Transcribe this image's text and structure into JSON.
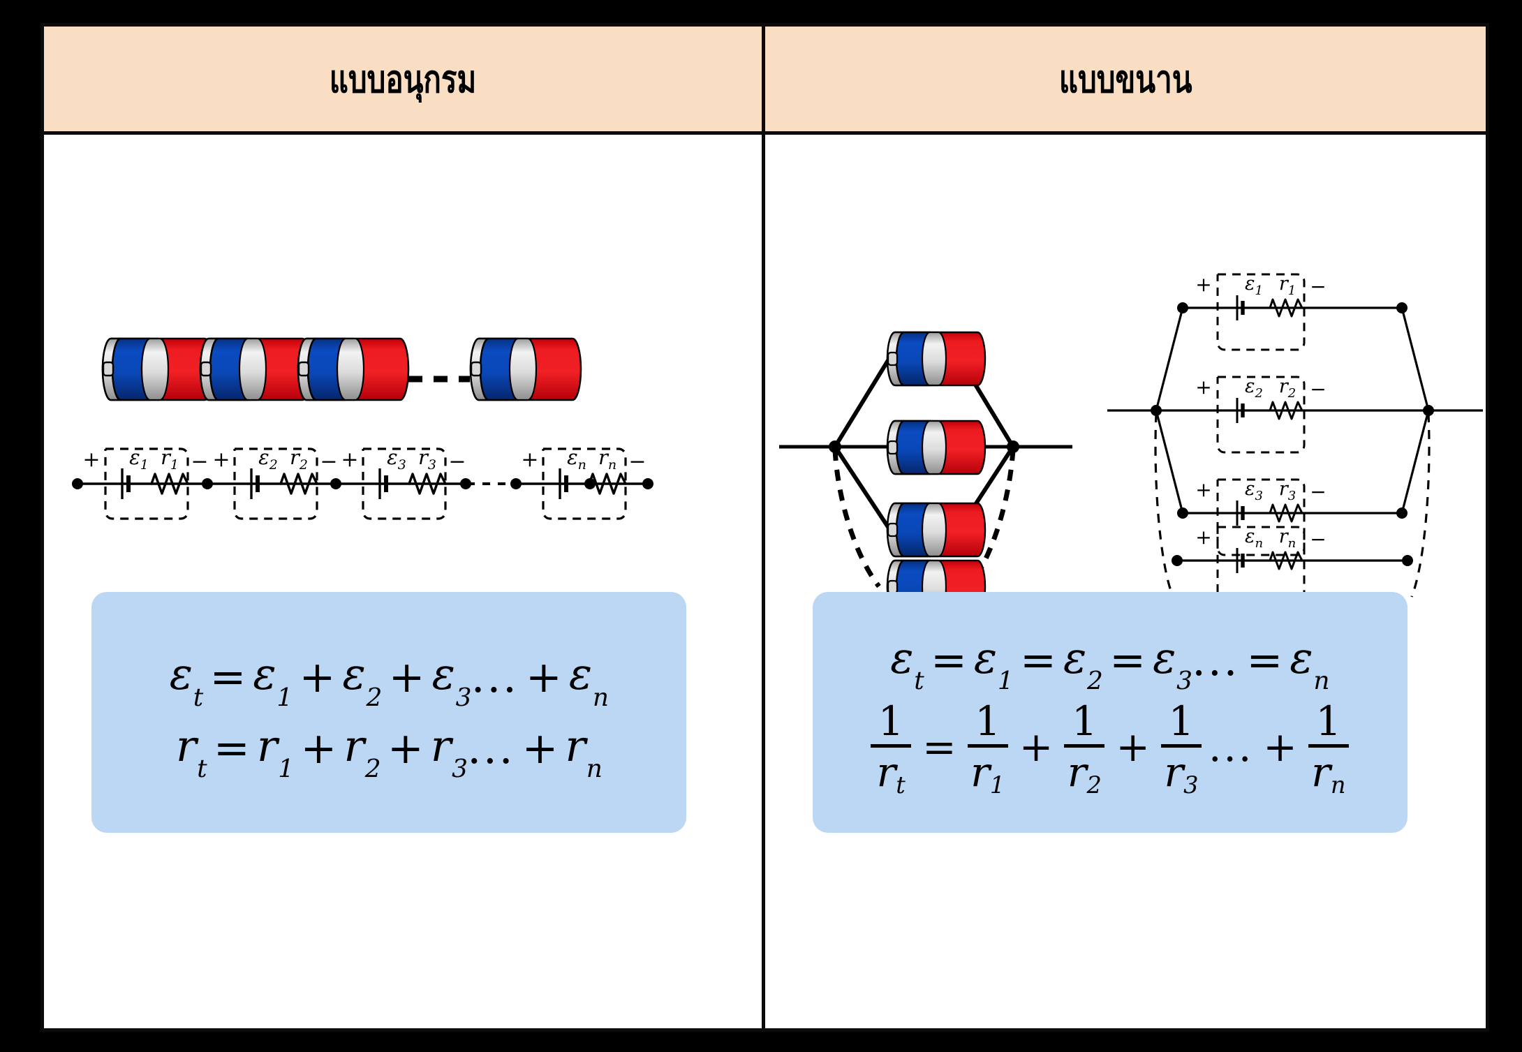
{
  "frame": {
    "outer_bg": "#000000",
    "table_border": "#0b0b0b",
    "header_bg": "#FADEC3",
    "panel_bg": "#BCD7F4",
    "cell_bg": "#ffffff"
  },
  "columns": [
    {
      "id": "series",
      "header": "แบบอนุกรม",
      "circuit": {
        "type": "series-schematic",
        "cells": [
          {
            "emf_label": "ε",
            "emf_sub": "1",
            "res_label": "r",
            "res_sub": "1",
            "plus": "+",
            "minus": "−"
          },
          {
            "emf_label": "ε",
            "emf_sub": "2",
            "res_label": "r",
            "res_sub": "2",
            "plus": "+",
            "minus": "−"
          },
          {
            "emf_label": "ε",
            "emf_sub": "3",
            "res_label": "r",
            "res_sub": "3",
            "plus": "+",
            "minus": "−"
          },
          {
            "emf_label": "ε",
            "emf_sub": "n",
            "res_label": "r",
            "res_sub": "n",
            "plus": "+",
            "minus": "−"
          }
        ],
        "ellipsis_between": "3 and n",
        "battery_count_drawn": 4,
        "battery_gap_dashed": true
      },
      "formulas": [
        {
          "kind": "sum",
          "lhs": {
            "base": "ε",
            "sub": "t"
          },
          "terms": [
            {
              "base": "ε",
              "sub": "1"
            },
            {
              "base": "ε",
              "sub": "2"
            },
            {
              "base": "ε",
              "sub": "3"
            },
            {
              "base": "ε",
              "sub": "n"
            }
          ],
          "operator": "+",
          "dots": "...",
          "equals": "="
        },
        {
          "kind": "sum",
          "lhs": {
            "base": "r",
            "sub": "t"
          },
          "terms": [
            {
              "base": "r",
              "sub": "1"
            },
            {
              "base": "r",
              "sub": "2"
            },
            {
              "base": "r",
              "sub": "3"
            },
            {
              "base": "r",
              "sub": "n"
            }
          ],
          "operator": "+",
          "dots": "...",
          "equals": "="
        }
      ]
    },
    {
      "id": "parallel",
      "header": "แบบขนาน",
      "circuit": {
        "type": "parallel-schematic",
        "branches": [
          {
            "emf_label": "ε",
            "emf_sub": "1",
            "res_label": "r",
            "res_sub": "1",
            "plus": "+",
            "minus": "−",
            "wire": "solid"
          },
          {
            "emf_label": "ε",
            "emf_sub": "2",
            "res_label": "r",
            "res_sub": "2",
            "plus": "+",
            "minus": "−",
            "wire": "solid"
          },
          {
            "emf_label": "ε",
            "emf_sub": "3",
            "res_label": "r",
            "res_sub": "3",
            "plus": "+",
            "minus": "−",
            "wire": "solid"
          },
          {
            "emf_label": "ε",
            "emf_sub": "n",
            "res_label": "r",
            "res_sub": "n",
            "plus": "+",
            "minus": "−",
            "wire": "dashed"
          }
        ],
        "battery_count_drawn": 4,
        "last_branch_dashed": true
      },
      "formulas": [
        {
          "kind": "chain",
          "lhs": {
            "base": "ε",
            "sub": "t"
          },
          "terms": [
            {
              "base": "ε",
              "sub": "1"
            },
            {
              "base": "ε",
              "sub": "2"
            },
            {
              "base": "ε",
              "sub": "3"
            },
            {
              "base": "ε",
              "sub": "n"
            }
          ],
          "operator": "=",
          "dots": "...",
          "equals": "="
        },
        {
          "kind": "reciprocal-sum",
          "numerator": "1",
          "lhs": {
            "base": "r",
            "sub": "t"
          },
          "terms": [
            {
              "base": "r",
              "sub": "1"
            },
            {
              "base": "r",
              "sub": "2"
            },
            {
              "base": "r",
              "sub": "3"
            },
            {
              "base": "r",
              "sub": "n"
            }
          ],
          "operator": "+",
          "dots": "...",
          "equals": "="
        }
      ]
    }
  ],
  "battery_colors": {
    "red_body": "#E8171C",
    "red_dark": "#B8000A",
    "blue_band": "#0A45B0",
    "blue_dark": "#062E7D",
    "silver": "#E3E3E3",
    "silver_dark": "#A9A9A9",
    "outline": "#000000"
  }
}
